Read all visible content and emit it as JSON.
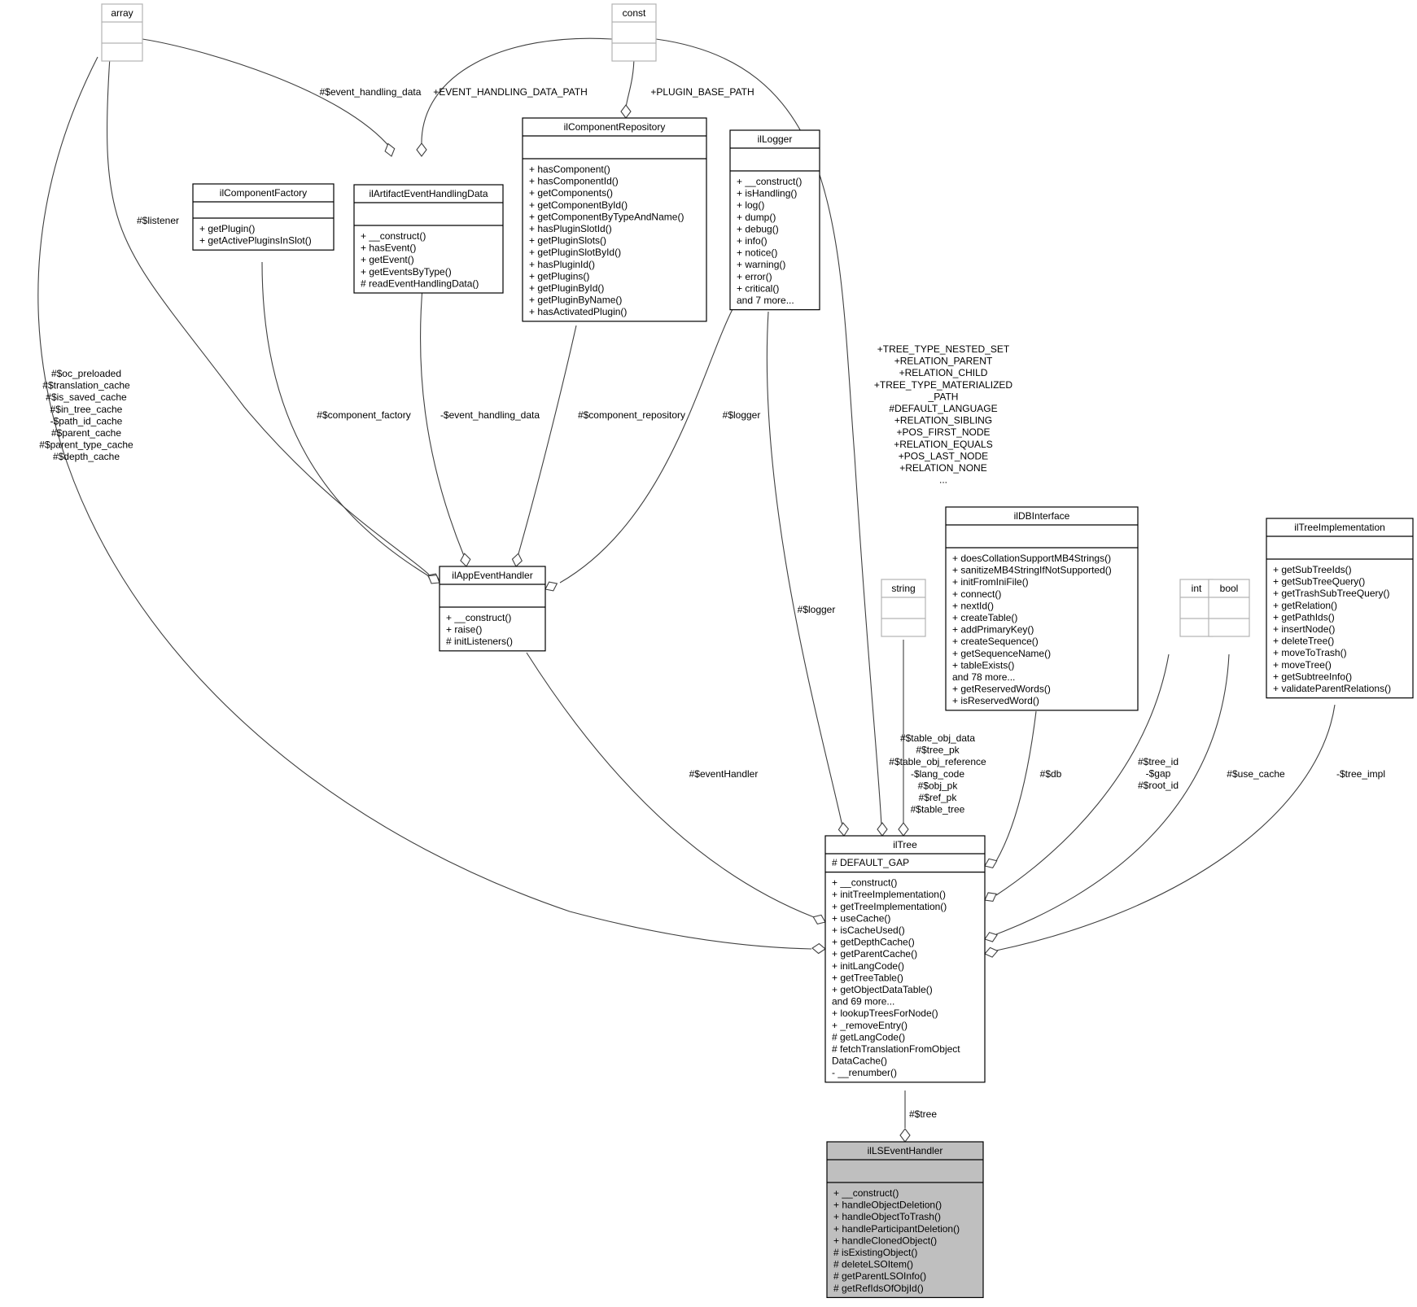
{
  "classes": {
    "array": {
      "name": "array",
      "attrs": [],
      "methods": []
    },
    "const": {
      "name": "const",
      "attrs": [],
      "methods": []
    },
    "string": {
      "name": "string",
      "attrs": [],
      "methods": []
    },
    "int": {
      "name": "int",
      "attrs": [],
      "methods": []
    },
    "bool": {
      "name": "bool",
      "attrs": [],
      "methods": []
    },
    "ilComponentFactory": {
      "name": "ilComponentFactory",
      "attrs": [],
      "methods": [
        "+ getPlugin()",
        "+ getActivePluginsInSlot()"
      ]
    },
    "ilArtifactEventHandlingData": {
      "name": "ilArtifactEventHandlingData",
      "attrs": [],
      "methods": [
        "+ __construct()",
        "+ hasEvent()",
        "+ getEvent()",
        "+ getEventsByType()",
        "# readEventHandlingData()"
      ]
    },
    "ilComponentRepository": {
      "name": "ilComponentRepository",
      "attrs": [],
      "methods": [
        "+ hasComponent()",
        "+ hasComponentId()",
        "+ getComponents()",
        "+ getComponentById()",
        "+ getComponentByTypeAndName()",
        "+ hasPluginSlotId()",
        "+ getPluginSlots()",
        "+ getPluginSlotById()",
        "+ hasPluginId()",
        "+ getPlugins()",
        "+ getPluginById()",
        "+ getPluginByName()",
        "+ hasActivatedPlugin()"
      ]
    },
    "ilLogger": {
      "name": "ilLogger",
      "attrs": [],
      "methods": [
        "+ __construct()",
        "+ isHandling()",
        "+ log()",
        "+ dump()",
        "+ debug()",
        "+ info()",
        "+ notice()",
        "+ warning()",
        "+ error()",
        "+ critical()",
        "and 7 more..."
      ]
    },
    "ilAppEventHandler": {
      "name": "ilAppEventHandler",
      "attrs": [],
      "methods": [
        "+ __construct()",
        "+ raise()",
        "# initListeners()"
      ]
    },
    "ilDBInterface": {
      "name": "ilDBInterface",
      "attrs": [],
      "methods": [
        "+ doesCollationSupportMB4Strings()",
        "+ sanitizeMB4StringIfNotSupported()",
        "+ initFromIniFile()",
        "+ connect()",
        "+ nextId()",
        "+ createTable()",
        "+ addPrimaryKey()",
        "+ createSequence()",
        "+ getSequenceName()",
        "+ tableExists()",
        "and 78 more...",
        "+ getReservedWords()",
        "+ isReservedWord()"
      ]
    },
    "ilTreeImplementation": {
      "name": "ilTreeImplementation",
      "attrs": [],
      "methods": [
        "+ getSubTreeIds()",
        "+ getSubTreeQuery()",
        "+ getTrashSubTreeQuery()",
        "+ getRelation()",
        "+ getPathIds()",
        "+ insertNode()",
        "+ deleteTree()",
        "+ moveToTrash()",
        "+ moveTree()",
        "+ getSubtreeInfo()",
        "+ validateParentRelations()"
      ]
    },
    "ilTree": {
      "name": "ilTree",
      "attrs": [
        "# DEFAULT_GAP"
      ],
      "methods": [
        "+ __construct()",
        "+ initTreeImplementation()",
        "+ getTreeImplementation()",
        "+ useCache()",
        "+ isCacheUsed()",
        "+ getDepthCache()",
        "+ getParentCache()",
        "+ initLangCode()",
        "+ getTreeTable()",
        "+ getObjectDataTable()",
        "and 69 more...",
        "+ lookupTreesForNode()",
        "+ _removeEntry()",
        "# getLangCode()",
        "# fetchTranslationFromObject",
        "DataCache()",
        "- __renumber()"
      ]
    },
    "ilLSEventHandler": {
      "name": "ilLSEventHandler",
      "attrs": [],
      "methods": [
        "+ __construct()",
        "+ handleObjectDeletion()",
        "+ handleObjectToTrash()",
        "+ handleParticipantDeletion()",
        "+ handleClonedObject()",
        "# isExistingObject()",
        "# deleteLSOItem()",
        "# getParentLSOInfo()",
        "# getRefIdsOfObjId()"
      ]
    }
  },
  "edge_labels": {
    "event_handling_data": [
      "#$event_handling_data"
    ],
    "event_handling_data_path": [
      "+EVENT_HANDLING_DATA_PATH"
    ],
    "plugin_base_path": [
      "+PLUGIN_BASE_PATH"
    ],
    "listener": [
      "#$listener"
    ],
    "component_factory": [
      "#$component_factory"
    ],
    "event_handling_data_private": [
      "-$event_handling_data"
    ],
    "component_repository": [
      "#$component_repository"
    ],
    "logger_app": [
      "#$logger"
    ],
    "logger_tree": [
      "#$logger"
    ],
    "array_tree": [
      "#$oc_preloaded",
      "#$translation_cache",
      "#$is_saved_cache",
      "#$in_tree_cache",
      "-$path_id_cache",
      "#$parent_cache",
      "#$parent_type_cache",
      "#$depth_cache"
    ],
    "const_tree": [
      "+TREE_TYPE_NESTED_SET",
      "+RELATION_PARENT",
      "+RELATION_CHILD",
      "+TREE_TYPE_MATERIALIZED",
      "_PATH",
      "#DEFAULT_LANGUAGE",
      "+RELATION_SIBLING",
      "+POS_FIRST_NODE",
      "+RELATION_EQUALS",
      "+POS_LAST_NODE",
      "+RELATION_NONE",
      "..."
    ],
    "string_tree": [
      "#$table_obj_data",
      "#$tree_pk",
      "#$table_obj_reference",
      "-$lang_code",
      "#$obj_pk",
      "#$ref_pk",
      "#$table_tree"
    ],
    "event_handler": [
      "#$eventHandler"
    ],
    "db": [
      "#$db"
    ],
    "int_tree": [
      "#$tree_id",
      "-$gap",
      "#$root_id"
    ],
    "use_cache": [
      "#$use_cache"
    ],
    "tree_impl": [
      "-$tree_impl"
    ],
    "tree": [
      "#$tree"
    ]
  },
  "colors": {
    "highlight_fill": "#bfbfbf",
    "gray_stroke": "#b3b3b3",
    "edge": "#404040"
  }
}
